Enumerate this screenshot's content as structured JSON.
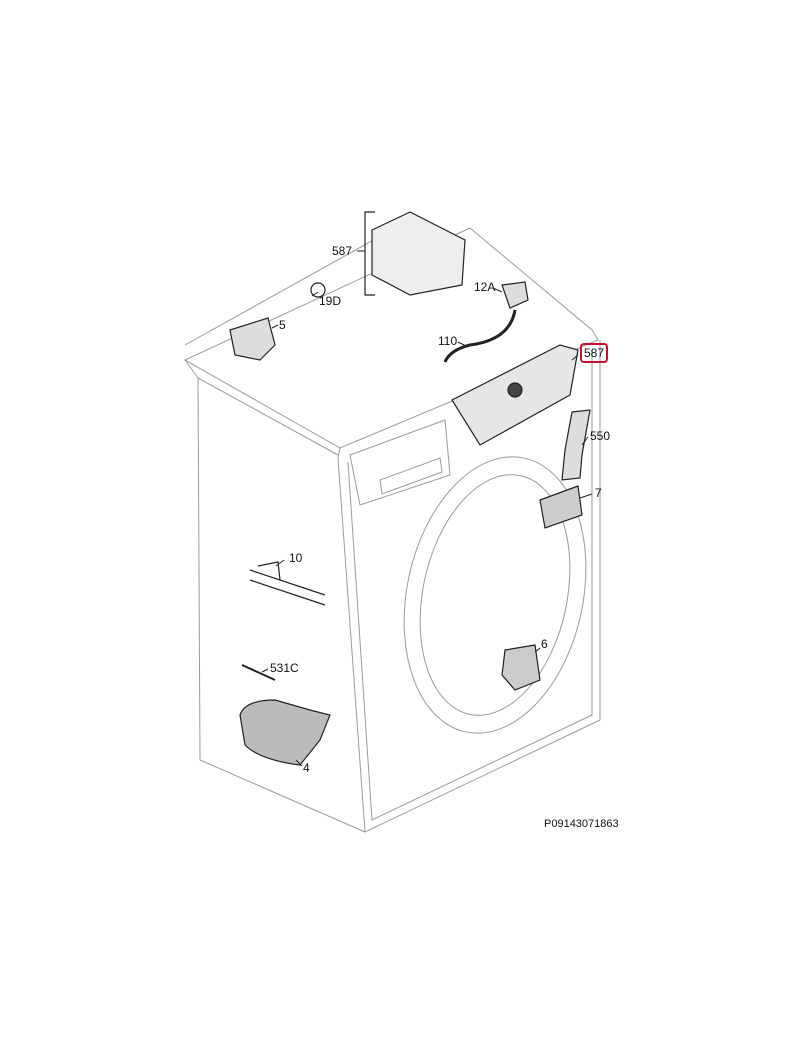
{
  "diagram": {
    "highlight_color": "#c8102e",
    "labels": {
      "main_board_top": "587",
      "knob_19d": "19D",
      "valve_5": "5",
      "pressure_switch": "12A",
      "hose_110": "110",
      "main_board_highlighted": "587",
      "part_550": "550",
      "door_lock": "7",
      "heater": "10",
      "screw_531c": "531C",
      "pump": "6",
      "motor": "4"
    },
    "drawing_code": "P09143071863"
  }
}
